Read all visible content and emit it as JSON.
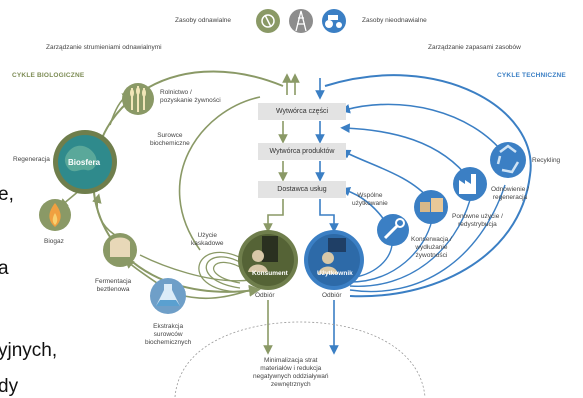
{
  "legend": {
    "renewable": "Zasoby odnawialne",
    "nonrenewable": "Zasoby nieodnawialne"
  },
  "mgmt": {
    "left": "Zarządzanie strumieniami odnawialnymi",
    "right": "Zarządzanie zapasami zasobów"
  },
  "cycles": {
    "bio": "CYKLE BIOLOGICZNE",
    "tech": "CYKLE TECHNICZNE"
  },
  "bio_nodes": {
    "farming": [
      "Rolnictwo /",
      "pozyskanie żywności"
    ],
    "feedstock": [
      "Surowce",
      "biochemiczne"
    ],
    "regeneration": "Regeneracja",
    "biosphere": "Biosfera",
    "biogas": "Biogaz",
    "cascade": [
      "Użycie",
      "kaskadowe"
    ],
    "fermentation": [
      "Fermentacja",
      "beztlenowa"
    ],
    "extraction": [
      "Ekstrakcja",
      "surowców",
      "biochemicznych"
    ]
  },
  "chain": {
    "parts": "Wytwórca części",
    "products": "Wytwórca produktów",
    "service": "Dostawca usług"
  },
  "consumer": {
    "badge": "Konsument",
    "label": "Odbiór"
  },
  "user": {
    "badge": "Użytkownik",
    "label": "Odbiór"
  },
  "tech_nodes": {
    "sharing": [
      "Wspólne",
      "użytkowanie"
    ],
    "maintenance": [
      "Konserwacja /",
      "wydłużanie",
      "żywotności"
    ],
    "reuse": [
      "Ponowne użycie /",
      "redystrybucja"
    ],
    "refurbish": [
      "Odnowienie /",
      "regeneracja"
    ],
    "recycling": "Recykling"
  },
  "bottom": [
    "Minimalizacja strat",
    "materiałów i redukcja",
    "negatywnych oddziaływań",
    "zewnętrznych"
  ],
  "cut_text": {
    "line1": "e,",
    "line2": "a",
    "line3": "yjnych,",
    "line4": "dy"
  },
  "colors": {
    "bio": "#8a9966",
    "bio_dark": "#6f7e4c",
    "biosphere": "#2f8a8c",
    "tech": "#3b7fc4",
    "box": "#e3e3e3"
  },
  "icons": [
    "recycle-leaf-icon",
    "oil-rig-icon",
    "tractor-icon",
    "wheat-icon",
    "flame-icon",
    "biogas-tank-icon",
    "flask-icon",
    "wrench-icon",
    "boxes-icon",
    "factory-icon",
    "recycle-icon",
    "consumer-icon",
    "user-computer-icon"
  ]
}
